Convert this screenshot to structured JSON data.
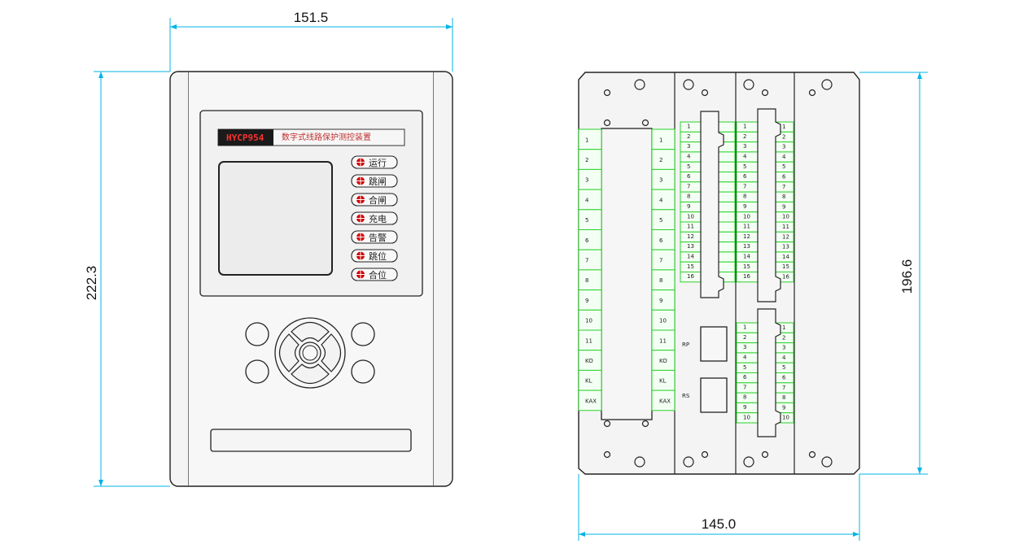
{
  "dimensions": {
    "front_width": "151.5",
    "front_height": "222.3",
    "rear_width": "145.0",
    "rear_height": "196.6"
  },
  "front_panel": {
    "model": "HYCP954",
    "device_name": "数字式线路保护测控装置",
    "indicators": [
      "运行",
      "跳闸",
      "合闸",
      "充电",
      "告警",
      "跳位",
      "合位"
    ]
  },
  "rear_panel": {
    "module1_left_terminals": [
      "1",
      "2",
      "3",
      "4",
      "5",
      "6",
      "7",
      "8",
      "9",
      "10",
      "11",
      "KO",
      "KL",
      "KAX"
    ],
    "module1_right_terminals": [
      "1",
      "2",
      "3",
      "4",
      "5",
      "6",
      "7",
      "8",
      "9",
      "10",
      "11",
      "KO",
      "KL",
      "KAX"
    ],
    "module2_terminals": [
      "1",
      "2",
      "3",
      "4",
      "5",
      "6",
      "7",
      "8",
      "9",
      "10",
      "11",
      "12",
      "13",
      "14",
      "15",
      "16"
    ],
    "module2_port_labels": [
      "RP",
      "RS"
    ],
    "module3_upper_terminals": [
      "1",
      "2",
      "3",
      "4",
      "5",
      "6",
      "7",
      "8",
      "9",
      "10",
      "11",
      "12",
      "13",
      "14",
      "15",
      "16"
    ],
    "module3_lower_terminals": [
      "1",
      "2",
      "3",
      "4",
      "5",
      "6",
      "7",
      "8",
      "9",
      "10"
    ]
  },
  "colors": {
    "dimension_line": "#00b4e6",
    "terminal_green": "#2bd12b",
    "outline": "#222222",
    "model_text": "#ff3030",
    "led_red": "#d00000"
  }
}
